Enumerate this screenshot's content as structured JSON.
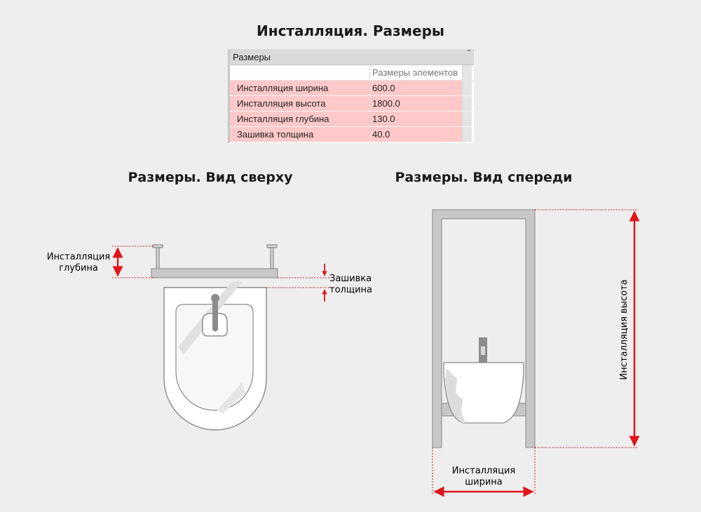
{
  "titles": {
    "main": "Инсталляция. Размеры",
    "top_view": "Размеры. Вид сверху",
    "front_view": "Размеры. Вид спереди"
  },
  "properties": {
    "section": "Размеры",
    "collapse_glyph": "⌃",
    "column_header": "Размеры элементов",
    "rows": [
      {
        "name": "Инсталляция ширина",
        "value": "600.0"
      },
      {
        "name": "Инсталляция высота",
        "value": "1800.0"
      },
      {
        "name": "Инсталляция глубина",
        "value": "130.0"
      },
      {
        "name": "Зашивка толщина",
        "value": "40.0"
      }
    ]
  },
  "labels": {
    "depth_line1": "Инсталляция",
    "depth_line2": "глубина",
    "cover_line1": "Зашивка",
    "cover_line2": "толщина",
    "height": "Инсталляция высота",
    "width_line1": "Инсталляция",
    "width_line2": "ширина"
  },
  "colors": {
    "dimension": "#e0141c",
    "highlight_row": "#ffc9c9"
  }
}
